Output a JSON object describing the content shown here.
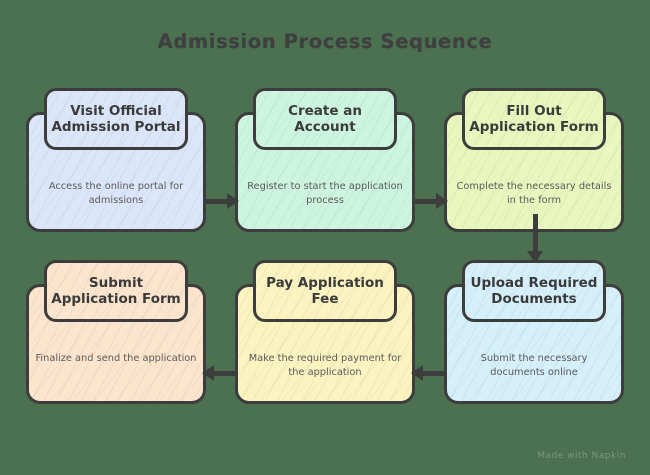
{
  "title": "Admission Process Sequence",
  "background_color": "#4b7151",
  "border_color": "#3d3d3d",
  "watermark": "Made with Napkin",
  "steps": [
    {
      "id": "visit-official-admission-portal",
      "heading": "Visit Official Admission Portal",
      "description": "Access the online portal for admissions",
      "color": "#dbe6fa"
    },
    {
      "id": "create-an-account",
      "heading": "Create an Account",
      "description": "Register to start the application process",
      "color": "#cdf4e0"
    },
    {
      "id": "fill-out-application-form",
      "heading": "Fill Out Application Form",
      "description": "Complete the necessary details in the form",
      "color": "#e9f7bf"
    },
    {
      "id": "upload-required-documents",
      "heading": "Upload Required Documents",
      "description": "Submit the necessary documents online",
      "color": "#d5effb"
    },
    {
      "id": "pay-application-fee",
      "heading": "Pay Application Fee",
      "description": "Make the required payment for the application",
      "color": "#fbf3c0"
    },
    {
      "id": "submit-application-form",
      "heading": "Submit Application Form",
      "description": "Finalize and send the application",
      "color": "#fce4cd"
    }
  ],
  "connectors": [
    {
      "id": "arrow-step1-to-step2",
      "direction": "right"
    },
    {
      "id": "arrow-step2-to-step3",
      "direction": "right"
    },
    {
      "id": "arrow-step3-to-step4",
      "direction": "down"
    },
    {
      "id": "arrow-step4-to-step5",
      "direction": "left"
    },
    {
      "id": "arrow-step5-to-step6",
      "direction": "left"
    }
  ]
}
